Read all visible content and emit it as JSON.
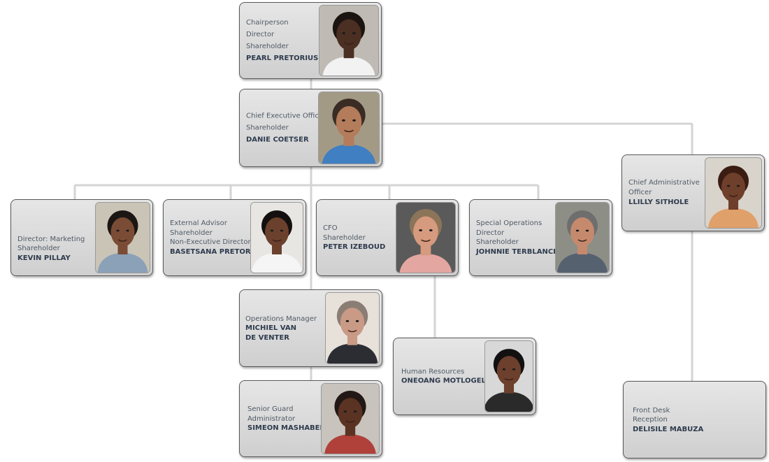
{
  "people": [
    {
      "id": "pearl-pretorius",
      "lines": [
        "Chairperson",
        "Director",
        "Shareholder"
      ],
      "name": "PEARL PRETORIUS",
      "photo": {
        "skin": "#4a2f22",
        "hair": "#1c1410",
        "shirt": "#f2f2f2",
        "bg": "#bfbab3"
      }
    },
    {
      "id": "danie-coetser",
      "lines": [
        "Chief Executive Officer",
        "Shareholder"
      ],
      "name": "DANIE COETSER",
      "photo": {
        "skin": "#b47c5a",
        "hair": "#3a2c24",
        "shirt": "#3f7fc2",
        "bg": "#a39a86"
      }
    },
    {
      "id": "kevin-pillay",
      "lines": [
        "Director: Marketing",
        "Shareholder"
      ],
      "name": "KEVIN PILLAY",
      "photo": {
        "skin": "#7a4c35",
        "hair": "#1b1613",
        "shirt": "#8ba1b8",
        "bg": "#c9c4b6"
      }
    },
    {
      "id": "basetsana-pretorius",
      "lines": [
        "External Advisor",
        "Shareholder",
        "Non-Executive Director"
      ],
      "name": "BASETSANA PRETORIUS",
      "photo": {
        "skin": "#6b412d",
        "hair": "#151010",
        "shirt": "#f5f5f5",
        "bg": "#e8e6e3"
      }
    },
    {
      "id": "peter-izeboud",
      "lines": [
        "CFO",
        "Shareholder"
      ],
      "name": "PETER IZEBOUD",
      "photo": {
        "skin": "#d69a7e",
        "hair": "#8c7458",
        "shirt": "#e3a6a0",
        "bg": "#5a5a5a"
      }
    },
    {
      "id": "johnnie-terblanche",
      "lines": [
        "Special Operations",
        "Director",
        "Shareholder"
      ],
      "name": "JOHNNIE TERBLANCHE",
      "photo": {
        "skin": "#c58a6e",
        "hair": "#6e6e6e",
        "shirt": "#566170",
        "bg": "#8d8f87"
      }
    },
    {
      "id": "llilly-sithole",
      "lines": [
        "Chief Administrative",
        "Officer"
      ],
      "name": "LLILLY SITHOLE",
      "photo": {
        "skin": "#6e3f2a",
        "hair": "#3a1c12",
        "shirt": "#e0a06a",
        "bg": "#d8d3cb"
      }
    },
    {
      "id": "michiel-van-de-venter",
      "lines": [
        "Operations Manager"
      ],
      "name": "MICHIEL VAN",
      "name2": "DE VENTER",
      "photo": {
        "skin": "#c99a86",
        "hair": "#8a7d74",
        "shirt": "#2b2d33",
        "bg": "#e7e1da"
      }
    },
    {
      "id": "oneoang-motlogeloa",
      "lines": [
        "Human Resources"
      ],
      "name": "ONEOANG MOTLOGELOA",
      "photo": {
        "skin": "#6c402d",
        "hair": "#121010",
        "shirt": "#2a2a2a",
        "bg": "#d8d8d8"
      }
    },
    {
      "id": "simeon-mashabela",
      "lines": [
        "Senior Guard",
        "Administrator"
      ],
      "name": "SIMEON MASHABELA",
      "photo": {
        "skin": "#5a3323",
        "hair": "#221815",
        "shirt": "#b0403a",
        "bg": "#c8c3bd"
      }
    },
    {
      "id": "delisile-mabuza",
      "lines": [
        "Front Desk",
        "Reception"
      ],
      "name": "DELISILE MABUZA"
    }
  ]
}
